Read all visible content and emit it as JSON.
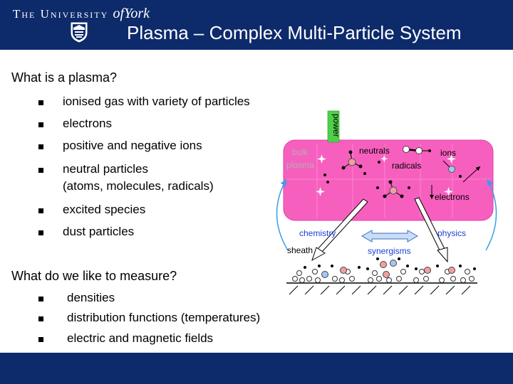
{
  "header": {
    "university_prefix": "The University",
    "university_of": "of",
    "university_york": "York",
    "title": "Plasma – Complex Multi-Particle System"
  },
  "section1": {
    "question": "What is a plasma?",
    "items": [
      "ionised gas with variety of particles",
      "electrons",
      "positive and negative ions",
      "neutral particles",
      "(atoms, molecules, radicals)",
      "excited species",
      "dust particles"
    ]
  },
  "section2": {
    "question": "What do we like to measure?",
    "items": [
      "densities",
      "distribution functions (temperatures)",
      "electric and magnetic fields"
    ]
  },
  "diagram": {
    "power": "power",
    "bulk": "bulk",
    "plasma": "plasma",
    "neutrals": "neutrals",
    "ions": "ions",
    "radicals": "radicals",
    "electrons": "electrons",
    "chemistry": "chemistry",
    "physics": "physics",
    "sheath": "sheath",
    "synergisms": "synergisms"
  },
  "colors": {
    "header_bg": "#0d2a6b",
    "plasma_box": "#f75fbf",
    "label_blue": "#1a3fd6"
  }
}
